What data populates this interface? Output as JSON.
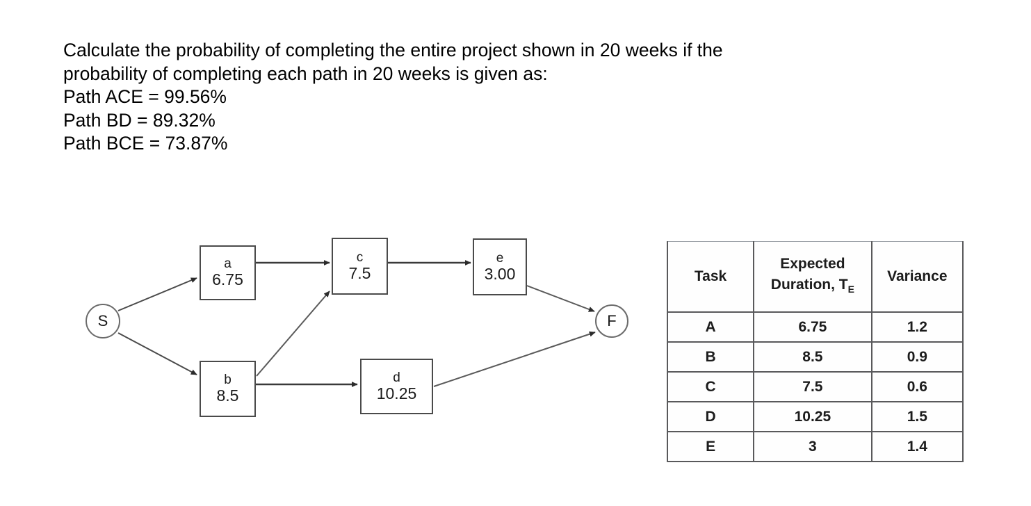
{
  "question": {
    "prompt_line1": "Calculate the probability of completing the entire project shown in 20 weeks if the",
    "prompt_line2": "probability of completing each path in 20 weeks is given as:",
    "paths": [
      {
        "label": "Path ACE = 99.56%",
        "name": "ACE",
        "value": "99.56%"
      },
      {
        "label": "Path BD = 89.32%",
        "name": "BD",
        "value": "89.32%"
      },
      {
        "label": "Path BCE = 73.87%",
        "name": "BCE",
        "value": "73.87%"
      }
    ]
  },
  "diagram": {
    "start_node": "S",
    "end_node": "F",
    "nodes": [
      {
        "id": "a",
        "label": "a",
        "duration": "6.75"
      },
      {
        "id": "b",
        "label": "b",
        "duration": "8.5"
      },
      {
        "id": "c",
        "label": "c",
        "duration": "7.5"
      },
      {
        "id": "d",
        "label": "d",
        "duration": "10.25"
      },
      {
        "id": "e",
        "label": "e",
        "duration": "3.00"
      }
    ],
    "edges": [
      {
        "from": "S",
        "to": "a"
      },
      {
        "from": "S",
        "to": "b"
      },
      {
        "from": "a",
        "to": "c"
      },
      {
        "from": "b",
        "to": "c"
      },
      {
        "from": "b",
        "to": "d"
      },
      {
        "from": "c",
        "to": "e"
      },
      {
        "from": "e",
        "to": "F"
      },
      {
        "from": "d",
        "to": "F"
      }
    ]
  },
  "table": {
    "headers": {
      "task": "Task",
      "duration_line1": "Expected",
      "duration_line2": "Duration, T",
      "duration_sub": "E",
      "variance": "Variance"
    },
    "rows": [
      {
        "task": "A",
        "duration": "6.75",
        "variance": "1.2"
      },
      {
        "task": "B",
        "duration": "8.5",
        "variance": "0.9"
      },
      {
        "task": "C",
        "duration": "7.5",
        "variance": "0.6"
      },
      {
        "task": "D",
        "duration": "10.25",
        "variance": "1.5"
      },
      {
        "task": "E",
        "duration": "3",
        "variance": "1.4"
      }
    ]
  },
  "colors": {
    "text": "#000000",
    "box_border": "#4a4a4a",
    "circle_border": "#6b6b6b",
    "arrow": "#3a3a3a",
    "table_border": "#59595b",
    "background": "#ffffff"
  }
}
